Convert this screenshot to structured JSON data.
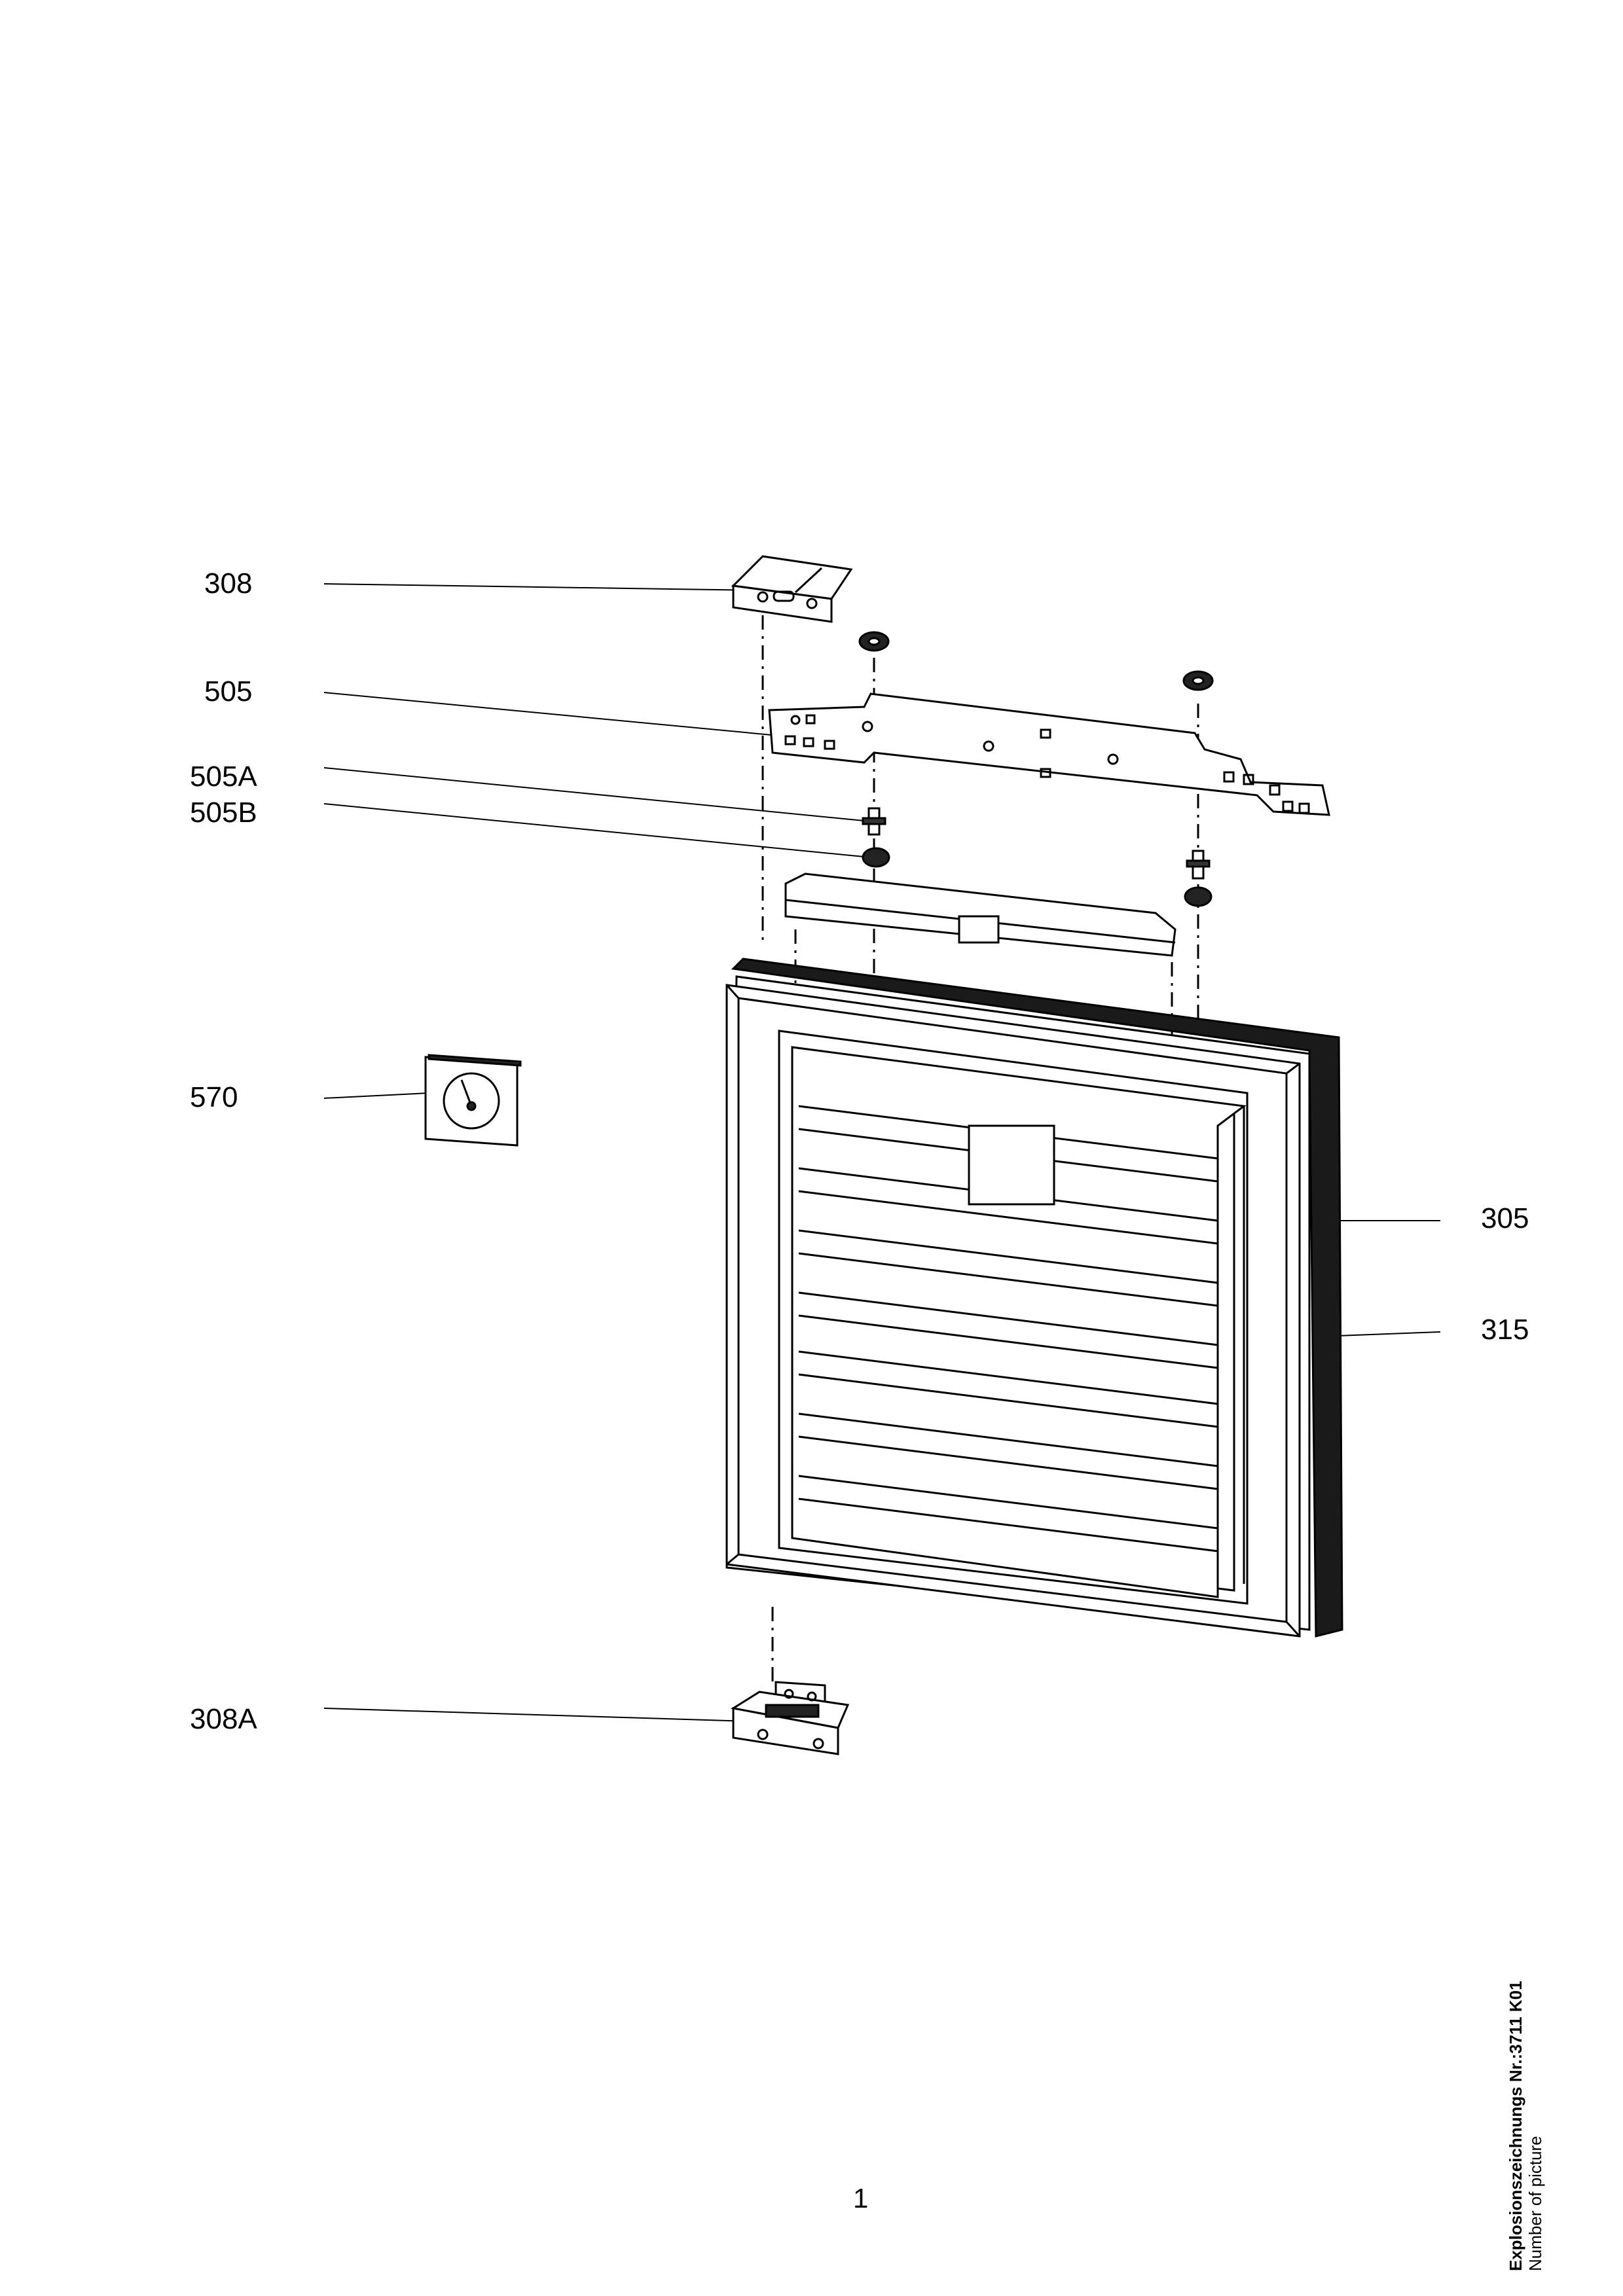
{
  "callouts": {
    "p308": "308",
    "p505": "505",
    "p505A": "505A",
    "p505B": "505B",
    "p570": "570",
    "p305": "305",
    "p315": "315",
    "p308A": "308A"
  },
  "footer": {
    "page_number": "1",
    "drawing_number": "Explosionszeichnungs Nr.:3711 K01",
    "caption": "Number of picture"
  }
}
